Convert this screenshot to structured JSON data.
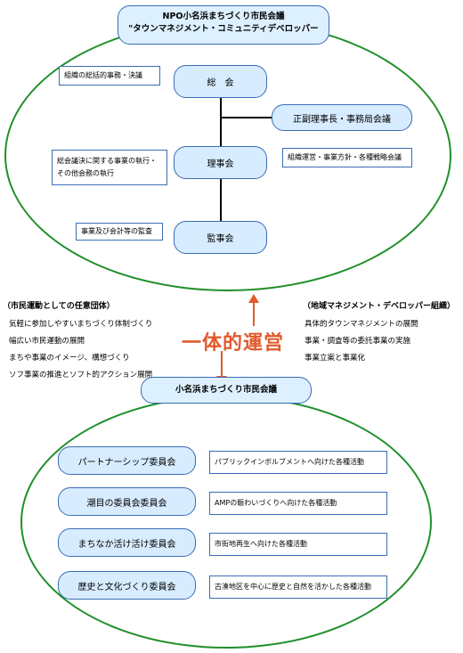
{
  "top": {
    "title_line1": "NPO小名浜まちづくり市民会議",
    "title_line2": "\"タウンマネジメント・コミュニティデベロッパー",
    "nodes": {
      "general_meeting": "総　会",
      "board": "理事会",
      "audit": "監事会",
      "vice_chair": "正副理事長・事務局会議"
    },
    "notes": {
      "general_meeting": "組織の総括的事務・決議",
      "board_line1": "総会議決に関する事業の執行・",
      "board_line2": "その他会務の執行",
      "vice_chair": "組織運営・事業方針・各種戦略会議",
      "audit": "事業及び会計等の監査"
    }
  },
  "middle": {
    "center_label": "一体的運営",
    "left_title": "（市民運動としての任意団体）",
    "left_items": [
      "気軽に参加しやすいまちづくり体制づくり",
      "幅広い市民運動の展開",
      "まちや事業のイメージ、構想づくり",
      "ソフ事業の推進とソフト的アクション展開"
    ],
    "right_title": "（地域マネジメント・デベロッパー組織）",
    "right_items": [
      "具体的タウンマネジメントの展開",
      "事業・調査等の委託事業の実施",
      "事業立案と事業化"
    ]
  },
  "bottom": {
    "title": "小名浜まちづくり市民会議",
    "committees": [
      {
        "name": "パートナーシップ委員会",
        "activity": "パブリックインボルブメントへ向けた各種活動"
      },
      {
        "name": "潮目の委員会委員会",
        "activity": "AMPの賑わいづくりへ向けた各種活動"
      },
      {
        "name": "まちなか活け活け委員会",
        "activity": "市街地再生へ向けた各種活動"
      },
      {
        "name": "歴史と文化づくり委員会",
        "activity": "古湊地区を中心に歴史と自然を活かした各種活動"
      }
    ]
  },
  "colors": {
    "ellipse_border": "#1f8f2a",
    "box_border": "#3a6db5",
    "box_fill": "#d7ecff",
    "center_text": "#e05a2b"
  }
}
